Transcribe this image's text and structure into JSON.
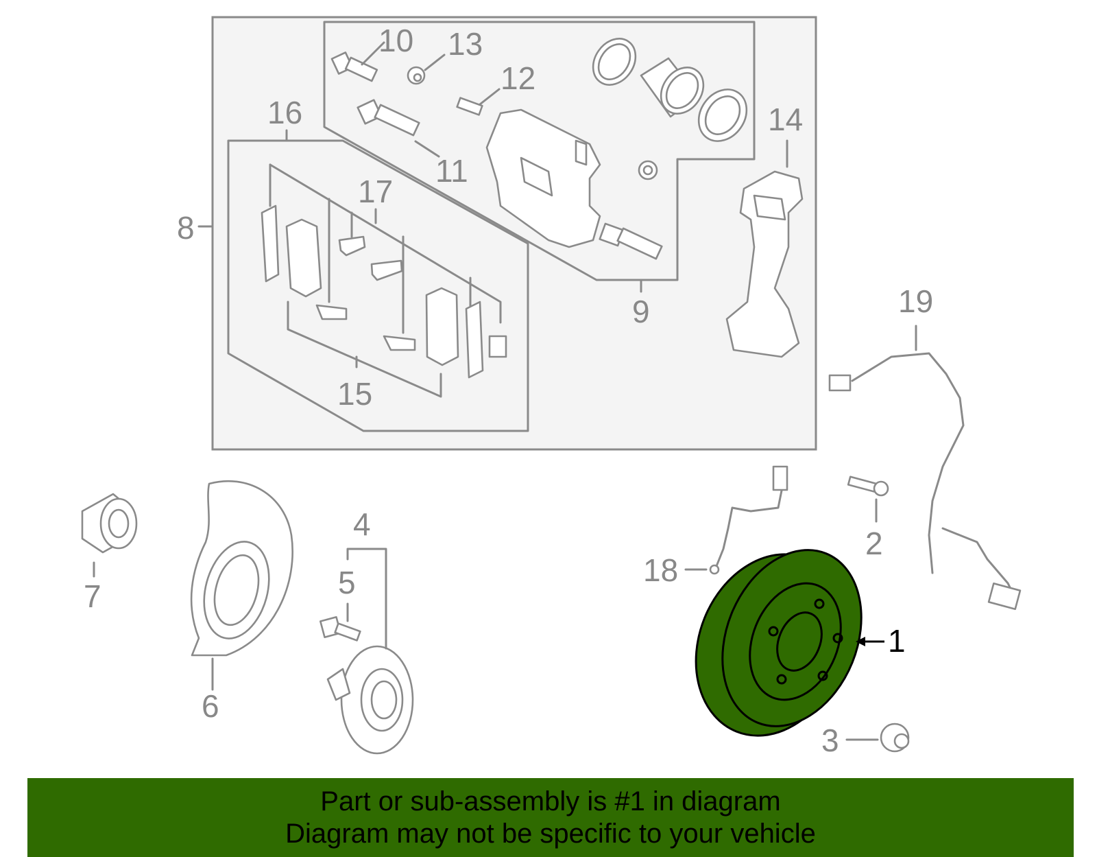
{
  "colors": {
    "highlight": "#2f6b00",
    "banner": "#2f6b00",
    "line": "#8a8a8a",
    "box_fill": "#f4f4f4"
  },
  "callouts": {
    "c1": "1",
    "c2": "2",
    "c3": "3",
    "c4": "4",
    "c5": "5",
    "c6": "6",
    "c7": "7",
    "c8": "8",
    "c9": "9",
    "c10": "10",
    "c11": "11",
    "c12": "12",
    "c13": "13",
    "c14": "14",
    "c15": "15",
    "c16": "16",
    "c17": "17",
    "c18": "18",
    "c19": "19"
  },
  "highlighted_part": "1",
  "banner": {
    "line1": "Part or sub-assembly is #1 in diagram",
    "line2": "Diagram may not be specific to your vehicle"
  }
}
